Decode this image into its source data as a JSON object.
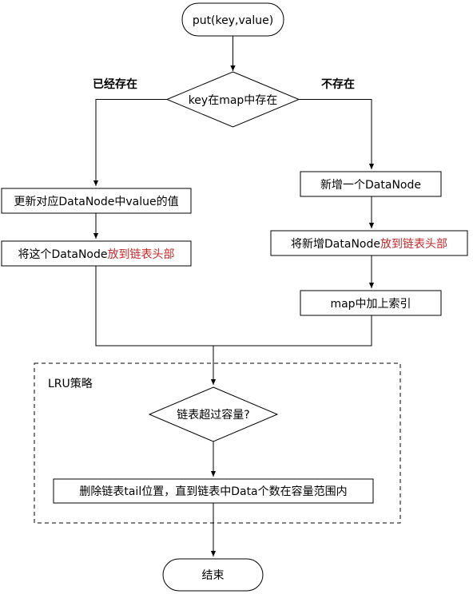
{
  "nodes": {
    "start": "put(key,value)",
    "check_exists": "key在map中存在",
    "update_value": "更新对应DataNode中value的值",
    "move_existing_prefix": "将这个DataNode",
    "move_existing_suffix": "放到链表头部",
    "new_node": "新增一个DataNode",
    "move_new_prefix": "将新增DataNode",
    "move_new_suffix": "放到链表头部",
    "add_index": "map中加上索引",
    "lru_check": "链表超过容量?",
    "evict": "删除链表tail位置，直到链表中Data个数在容量范围内",
    "end": "结束"
  },
  "edges": {
    "exists_yes": "已经存在",
    "exists_no": "不存在"
  },
  "groups": {
    "lru": "LRU策略"
  },
  "colors": {
    "stroke": "#000000",
    "highlight_text": "#c62828",
    "fill": "#ffffff"
  }
}
